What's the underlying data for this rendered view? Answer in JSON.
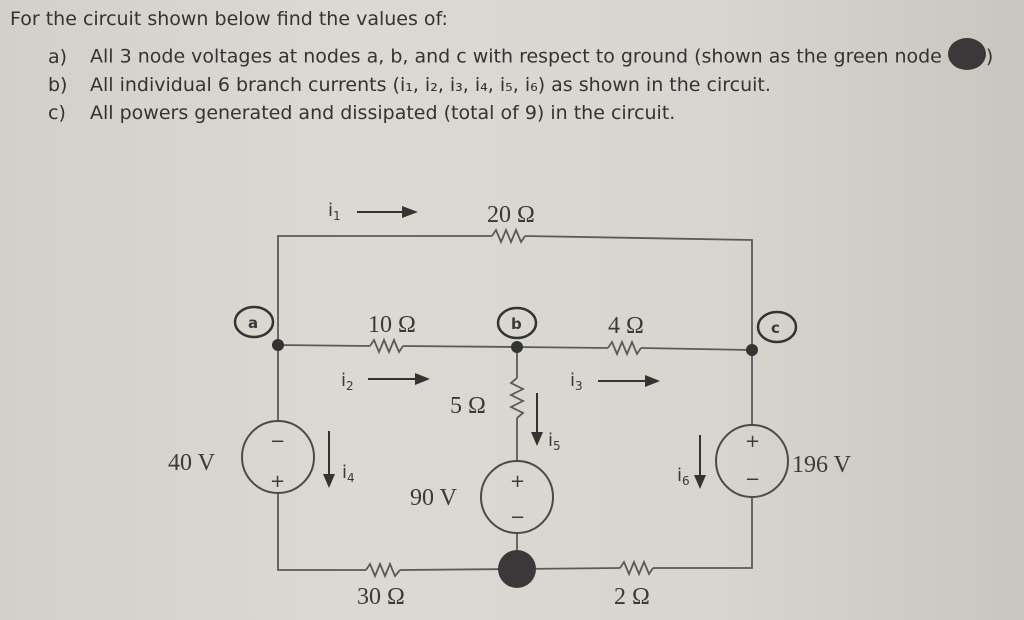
{
  "problem": {
    "intro": "For the circuit shown below find the values of:",
    "items": [
      {
        "marker": "a)",
        "text": "All 3 node voltages at nodes a, b, and c with respect to ground (shown as the green node",
        "suffix": ")"
      },
      {
        "marker": "b)",
        "text": "All individual 6 branch currents (i₁, i₂, i₃, i₄, i₅, i₆) as shown in the circuit."
      },
      {
        "marker": "c)",
        "text": "All powers generated and dissipated (total of 9) in the circuit."
      }
    ]
  },
  "circuit": {
    "nodes": {
      "a": "a",
      "b": "b",
      "c": "c"
    },
    "resistors": {
      "r_top": "20 Ω",
      "r_ab": "10 Ω",
      "r_bc": "4 Ω",
      "r_b_down": "5 Ω",
      "r_bottom_left": "30 Ω",
      "r_bottom_right": "2 Ω"
    },
    "sources": {
      "left": {
        "value": "40 V",
        "top_sign": "−",
        "bottom_sign": "+"
      },
      "middle": {
        "value": "90 V",
        "top_sign": "+",
        "bottom_sign": "−"
      },
      "right": {
        "value": "196 V",
        "top_sign": "+",
        "bottom_sign": "−"
      }
    },
    "currents": {
      "i1": {
        "base": "i",
        "sub": "1"
      },
      "i2": {
        "base": "i",
        "sub": "2"
      },
      "i3": {
        "base": "i",
        "sub": "3"
      },
      "i4": {
        "base": "i",
        "sub": "4"
      },
      "i5": {
        "base": "i",
        "sub": "5"
      },
      "i6": {
        "base": "i",
        "sub": "6"
      }
    },
    "colors": {
      "wire": "#5a5a5a",
      "ground_node": "#3a3838",
      "paper": "#d8d5cf"
    }
  }
}
